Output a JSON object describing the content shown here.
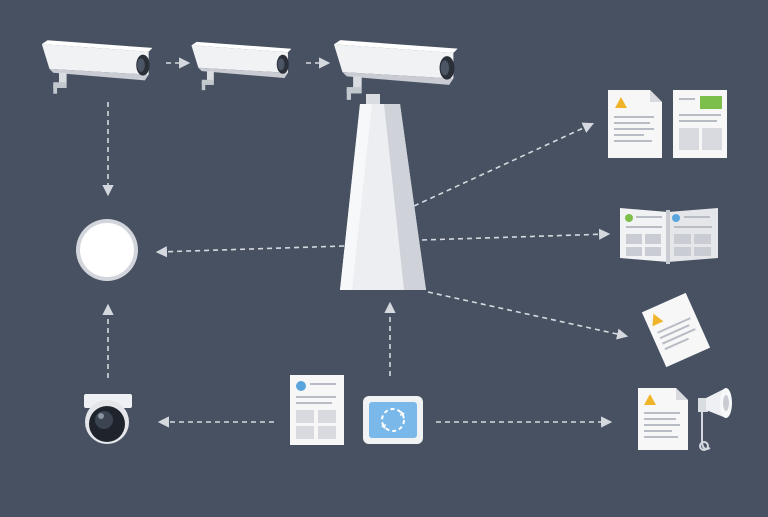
{
  "diagram": {
    "background": "#475161",
    "colors": {
      "device": "#f1f2f4",
      "device_shade": "#c9ccd2",
      "device_dark": "#2a2f38",
      "arrow": "#d5d9df",
      "paper": "#f7f7f8",
      "paper_line": "#b8bcc4",
      "paper_block": "#d8dadf",
      "warning": "#f0b428",
      "accent_green": "#7cc04b",
      "accent_blue": "#5aa6dc",
      "screen_blue": "#79b8e8"
    },
    "nodes": [
      {
        "id": "camera-1",
        "kind": "bullet-camera",
        "icon": "security-camera-icon"
      },
      {
        "id": "camera-2",
        "kind": "bullet-camera",
        "icon": "security-camera-icon"
      },
      {
        "id": "camera-3",
        "kind": "bullet-camera",
        "icon": "security-camera-icon"
      },
      {
        "id": "tower",
        "kind": "central-pillar",
        "icon": "pillar-icon"
      },
      {
        "id": "sensor",
        "kind": "circle-node",
        "icon": "circle-sensor-icon"
      },
      {
        "id": "dome-camera",
        "kind": "dome-camera",
        "icon": "dome-camera-icon"
      },
      {
        "id": "report-info",
        "kind": "document",
        "icon": "info-document-icon"
      },
      {
        "id": "display",
        "kind": "monitor",
        "icon": "sync-display-icon"
      },
      {
        "id": "alert-doc-1",
        "kind": "document",
        "icon": "warning-document-icon"
      },
      {
        "id": "report-doc",
        "kind": "document",
        "icon": "chart-document-icon"
      },
      {
        "id": "open-book",
        "kind": "book",
        "icon": "open-book-icon"
      },
      {
        "id": "alert-doc-2",
        "kind": "document",
        "icon": "warning-document-icon"
      },
      {
        "id": "alert-doc-3",
        "kind": "document",
        "icon": "warning-document-icon"
      },
      {
        "id": "speaker",
        "kind": "horn-speaker",
        "icon": "loudspeaker-icon"
      }
    ],
    "edges": [
      {
        "from": "camera-1",
        "to": "camera-2"
      },
      {
        "from": "camera-2",
        "to": "camera-3"
      },
      {
        "from": "camera-1",
        "to": "sensor"
      },
      {
        "from": "tower",
        "to": "sensor"
      },
      {
        "from": "tower",
        "to": "alert-doc-1"
      },
      {
        "from": "tower",
        "to": "open-book"
      },
      {
        "from": "tower",
        "to": "alert-doc-2"
      },
      {
        "from": "dome-camera",
        "to": "sensor"
      },
      {
        "from": "report-info",
        "to": "dome-camera"
      },
      {
        "from": "display",
        "to": "tower"
      },
      {
        "from": "display",
        "to": "alert-doc-3"
      }
    ]
  }
}
